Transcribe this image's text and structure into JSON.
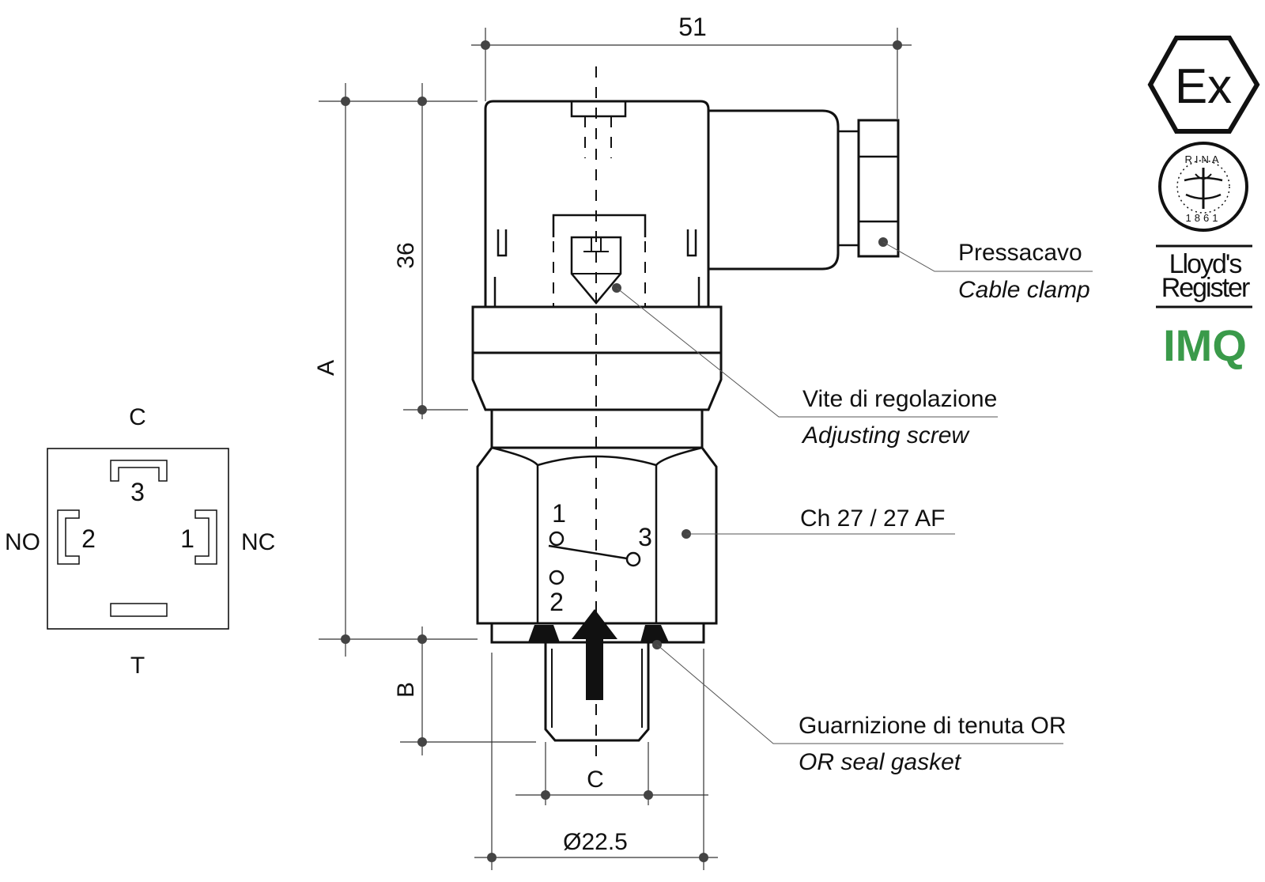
{
  "dimensions": {
    "width_top": "51",
    "height_36": "36",
    "height_a": "A",
    "height_b": "B",
    "thread_c": "C",
    "diameter": "Ø22.5"
  },
  "callouts": {
    "cable_clamp": {
      "it": "Pressacavo",
      "en": "Cable clamp"
    },
    "adjusting_screw": {
      "it": "Vite di regolazione",
      "en": "Adjusting screw"
    },
    "hex": {
      "it": "Ch 27 / 27 AF"
    },
    "seal": {
      "it": "Guarnizione di tenuta OR",
      "en": "OR seal gasket"
    }
  },
  "contact_diagram": {
    "numbers": [
      "1",
      "2",
      "3"
    ]
  },
  "connector": {
    "top": "C",
    "bottom": "T",
    "left": "NO",
    "right": "NC",
    "pin_top": "3",
    "pin_left": "2",
    "pin_right": "1"
  },
  "certifications": {
    "ex": "Ex",
    "rina_ring": "RINA",
    "rina_year": "1861",
    "lloyds_line1": "Lloyd's",
    "lloyds_line2": "Register",
    "imq": "IMQ"
  },
  "colors": {
    "line": "#111111",
    "imq": "#3a9a4a"
  }
}
